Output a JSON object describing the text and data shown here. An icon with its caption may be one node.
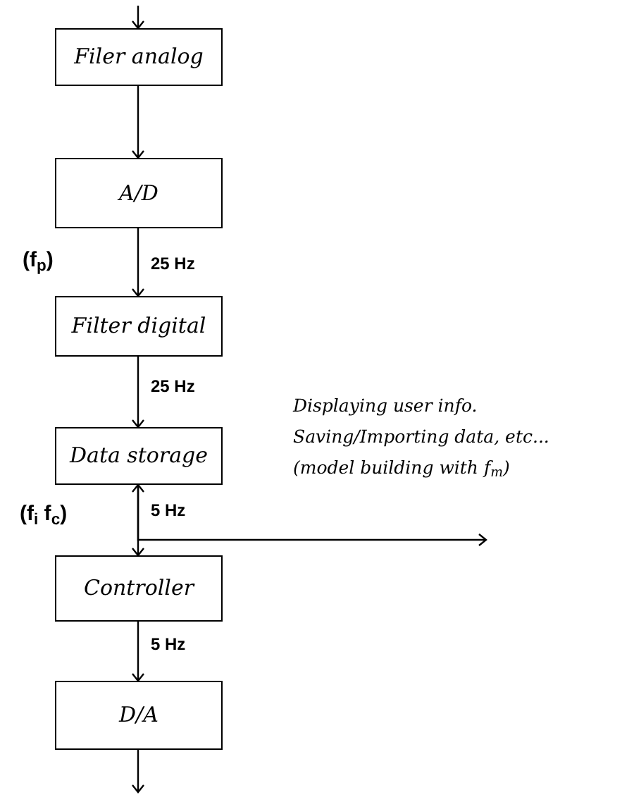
{
  "diagram": {
    "nodes": [
      {
        "text": [
          "Filer analog"
        ]
      },
      {
        "text": [
          "A/D"
        ]
      },
      {
        "text": [
          "Filter digital"
        ]
      },
      {
        "text": [
          "Data storage"
        ]
      },
      {
        "text": [
          "Controller"
        ]
      },
      {
        "text": [
          "D/A"
        ]
      }
    ],
    "edges": [
      {
        "from": null,
        "to": 0,
        "arrow": "to"
      },
      {
        "from": 0,
        "to": 1,
        "arrow": "to"
      },
      {
        "from": 1,
        "to": 2,
        "arrow": "to",
        "label": "25 Hz"
      },
      {
        "from": 2,
        "to": 3,
        "arrow": "to",
        "label": "25 Hz"
      },
      {
        "from": 3,
        "to": 4,
        "arrow": "to",
        "label": "5 Hz"
      },
      {
        "from": 4,
        "to": 5,
        "arrow": "to",
        "label": "5 Hz"
      },
      {
        "from": 5,
        "to": null,
        "arrow": "to"
      },
      {
        "from": 3,
        "to": null,
        "arrow": "both"
      }
    ],
    "labels": [
      "(f$_{p}$)",
      "(f$_{i}$ f$_{c}$)",
      "Displaying user info.",
      "Saving/Importing data, etc...",
      "(model building with f$_{m}$)"
    ]
  }
}
